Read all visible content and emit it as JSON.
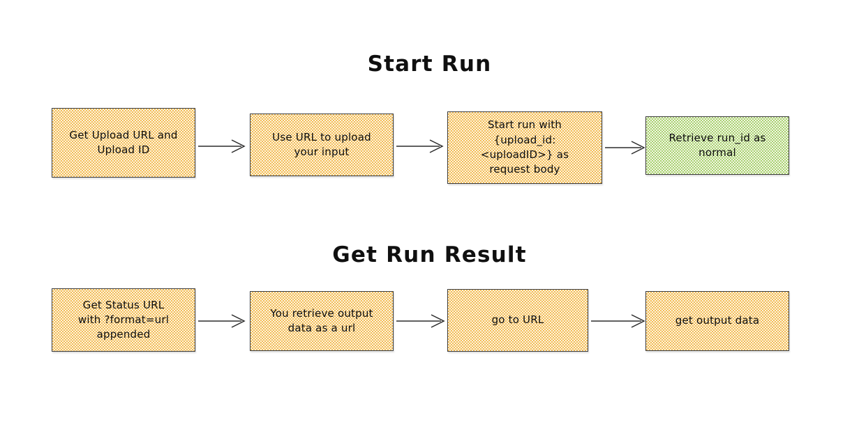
{
  "diagram": {
    "background_color": "#ffffff",
    "sections": [
      {
        "id": "start-run",
        "title": "Start Run",
        "nodes": [
          {
            "id": "get-upload-url",
            "text": "Get Upload URL and\nUpload ID",
            "fill": "orange"
          },
          {
            "id": "use-url-to-upload",
            "text": "Use URL to upload\nyour input",
            "fill": "orange"
          },
          {
            "id": "start-run-with-body",
            "text": "Start run with\n{upload_id:\n<uploadID>} as\nrequest body",
            "fill": "orange"
          },
          {
            "id": "retrieve-run-id",
            "text": "Retrieve run_id as\nnormal",
            "fill": "green"
          }
        ],
        "connectors": [
          "arrow-right",
          "arrow-right",
          "arrow-right"
        ]
      },
      {
        "id": "get-run-result",
        "title": "Get Run Result",
        "nodes": [
          {
            "id": "get-status-url",
            "text": "Get Status URL\nwith ?format=url\nappended",
            "fill": "orange"
          },
          {
            "id": "retrieve-output-url",
            "text": "You retrieve output\ndata as a url",
            "fill": "orange"
          },
          {
            "id": "go-to-url",
            "text": "go to URL",
            "fill": "orange"
          },
          {
            "id": "get-output-data",
            "text": "get output data",
            "fill": "orange"
          }
        ],
        "connectors": [
          "arrow-right",
          "arrow-right",
          "arrow-right"
        ]
      }
    ],
    "colors": {
      "orange_fill": "#f3bc57",
      "orange_base": "#fdf4de",
      "green_fill": "#a9d170",
      "green_base": "#f2f7e6",
      "border": "#3c3c3c",
      "text": "#0d0d0d",
      "arrow": "#2b2b2b"
    }
  }
}
